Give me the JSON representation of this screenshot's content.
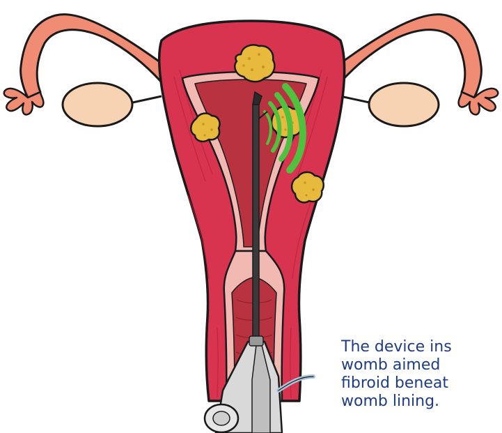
{
  "caption": {
    "lines": [
      "The device ins",
      "womb aimed",
      "fibroid beneat",
      "womb lining."
    ]
  },
  "colors": {
    "tube": "#f08b74",
    "tube_outline": "#1a1a1a",
    "ovary": "#f7d2b3",
    "muscle": "#d9344f",
    "lining": "#f2b8b2",
    "cavity": "#b8323f",
    "fibroid": "#e7b93c",
    "ultrasound_waves": "#4fc13f",
    "device_shaft": "#3a3a3a",
    "caption_text": "#1d3c86"
  }
}
